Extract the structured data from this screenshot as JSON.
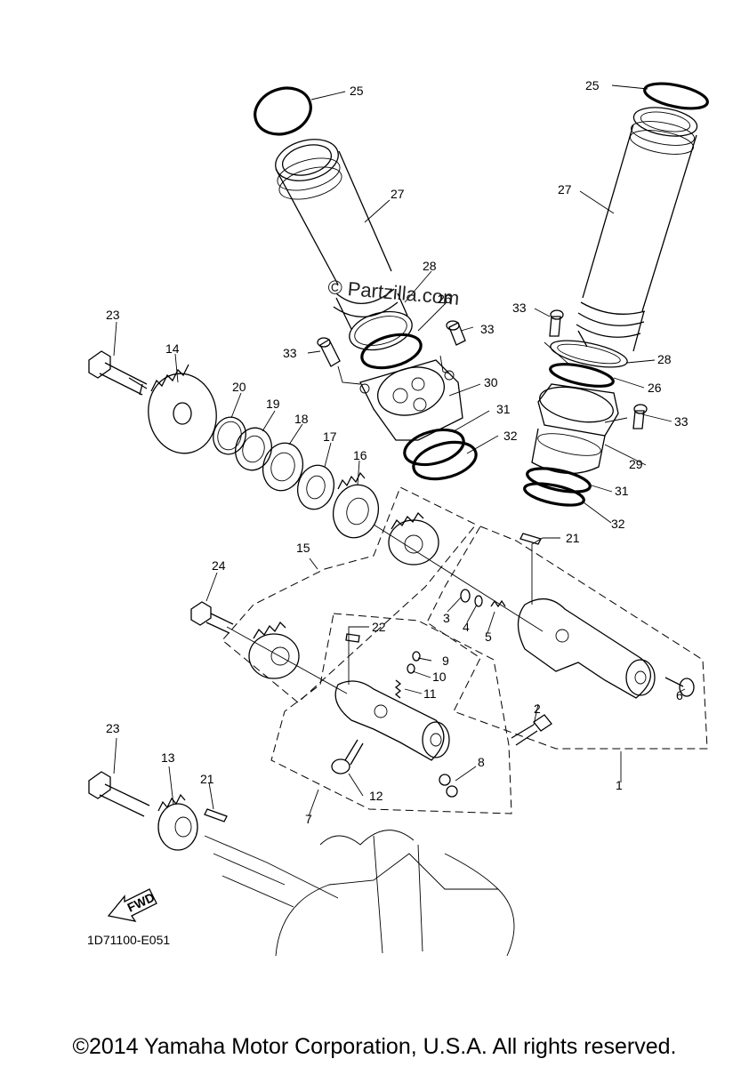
{
  "diagram": {
    "drawing_number": "1D71100-E051",
    "watermark": "© Partzilla.com",
    "fwd_label": "FWD",
    "copyright": "©2014 Yamaha Motor Corporation, U.S.A. All rights reserved.",
    "callouts": [
      "1",
      "2",
      "3",
      "4",
      "5",
      "6",
      "7",
      "8",
      "9",
      "10",
      "11",
      "12",
      "13",
      "14",
      "15",
      "16",
      "17",
      "18",
      "19",
      "20",
      "21",
      "21",
      "22",
      "23",
      "23",
      "24",
      "25",
      "25",
      "26",
      "26",
      "27",
      "27",
      "28",
      "28",
      "29",
      "30",
      "31",
      "31",
      "32",
      "32",
      "33",
      "33",
      "33",
      "33"
    ]
  }
}
